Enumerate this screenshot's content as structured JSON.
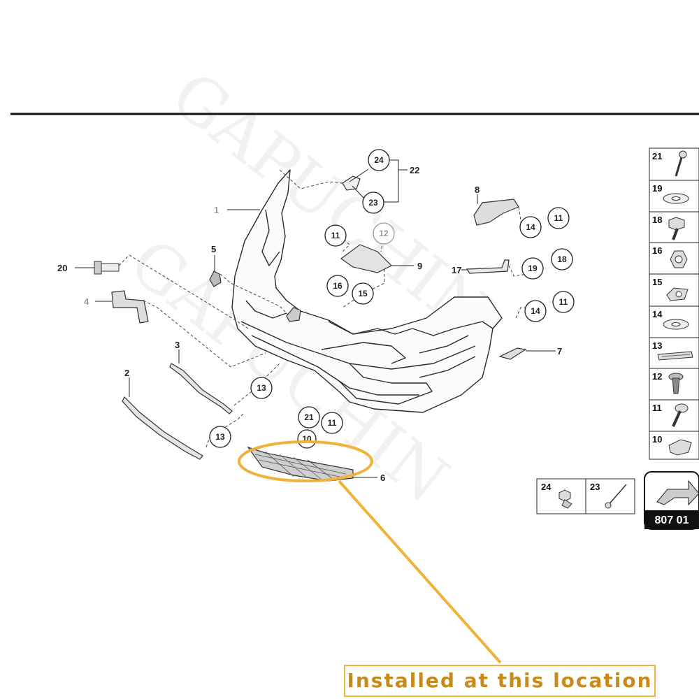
{
  "callout": {
    "text": "Installed at this location"
  },
  "catalog": {
    "code": "807 01"
  },
  "watermark": {
    "lines": [
      "GAPUCHIN",
      "GAPUCHIN"
    ]
  },
  "labels": {
    "p1": "1",
    "p2": "2",
    "p3": "3",
    "p4": "4",
    "p5": "5",
    "p6": "6",
    "p7": "7",
    "p8": "8",
    "p9": "9",
    "p17": "17",
    "p20": "20",
    "p22": "22"
  },
  "circles": {
    "c24": "24",
    "c23": "23",
    "c11a": "11",
    "c12": "12",
    "c14a": "14",
    "c11b": "11",
    "c18": "18",
    "c19": "19",
    "c16": "16",
    "c15": "15",
    "c14b": "14",
    "c11c": "11",
    "c13a": "13",
    "c21": "21",
    "c11d": "11",
    "c13b": "13",
    "c10": "10"
  },
  "legend": {
    "items": [
      {
        "num": "21",
        "icon": "bolt-icon"
      },
      {
        "num": "19",
        "icon": "washer-icon"
      },
      {
        "num": "18",
        "icon": "hex-screw-icon"
      },
      {
        "num": "16",
        "icon": "hex-nut-icon"
      },
      {
        "num": "15",
        "icon": "speed-nut-icon"
      },
      {
        "num": "14",
        "icon": "washer-icon"
      },
      {
        "num": "13",
        "icon": "trim-strip-icon"
      },
      {
        "num": "12",
        "icon": "push-rivet-icon"
      },
      {
        "num": "11",
        "icon": "screw-icon"
      },
      {
        "num": "10",
        "icon": "clip-icon"
      }
    ],
    "bottom": [
      {
        "num": "24",
        "icon": "nut-insert-icon"
      },
      {
        "num": "23",
        "icon": "blind-rivet-icon"
      }
    ]
  },
  "colors": {
    "highlight": "#f0b23a",
    "line": "#222222",
    "badge": "#111111"
  }
}
